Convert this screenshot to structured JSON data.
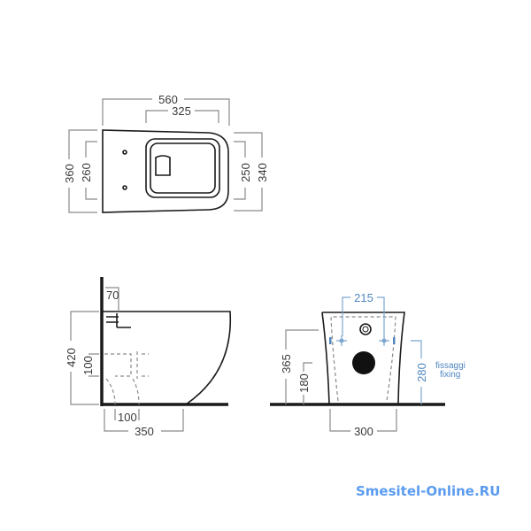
{
  "top_view": {
    "width_total": "560",
    "width_seat": "325",
    "depth_left_outer": "360",
    "depth_left_inner": "260",
    "depth_right_inner": "250",
    "depth_right_outer": "340"
  },
  "side_view": {
    "wall_offset": "70",
    "height_total": "420",
    "drain_height": "100",
    "drain_offset": "100",
    "depth": "350"
  },
  "front_view": {
    "fixing_spacing": "215",
    "height_inlet": "365",
    "height_drain": "180",
    "fixing_height": "280",
    "base_width": "300",
    "fixing_label_it": "fissaggi",
    "fixing_label_en": "fixing"
  },
  "watermark": "Smesitel-Online.RU",
  "colors": {
    "line": "#1a1a1a",
    "dimension": "#8a8a8a",
    "fixing": "#4f86c0",
    "watermark": "#5b9cf0"
  }
}
